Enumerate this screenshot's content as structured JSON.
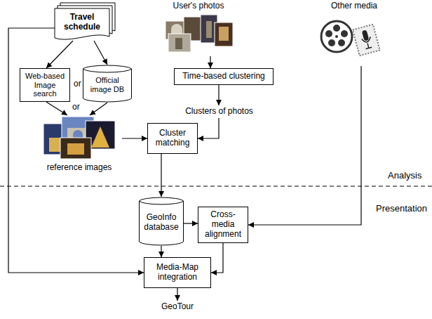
{
  "diagram": {
    "nodes": [
      {
        "text": [
          "Travel schedule"
        ]
      },
      {
        "text": [
          "User's photos"
        ]
      },
      {
        "text": [
          "Other media"
        ]
      },
      {
        "text": [
          "Web-based Image search"
        ]
      },
      {
        "text": [
          "Official image DB"
        ]
      },
      {
        "text": [
          "Time-based clustering"
        ]
      },
      {
        "text": [
          "Clusters of photos"
        ]
      },
      {
        "text": [
          "reference images"
        ]
      },
      {
        "text": [
          "Cluster matching"
        ]
      },
      {
        "text": [
          "GeoInfo database"
        ]
      },
      {
        "text": [
          "Cross-media alignment"
        ]
      },
      {
        "text": [
          "Media-Map integration"
        ]
      },
      {
        "text": [
          "GeoTour"
        ]
      }
    ],
    "edges": [
      {
        "from": 0,
        "to": 3,
        "arrow": "to"
      },
      {
        "from": 0,
        "to": 4,
        "arrow": "to"
      },
      {
        "from": 0,
        "to": 11,
        "arrow": "to"
      },
      {
        "from": 1,
        "to": 5,
        "arrow": "to"
      },
      {
        "from": 3,
        "to": 7,
        "arrow": "to"
      },
      {
        "from": 4,
        "to": 7,
        "arrow": "to"
      },
      {
        "from": 5,
        "to": 6,
        "arrow": "to"
      },
      {
        "from": 6,
        "to": 8,
        "arrow": "to"
      },
      {
        "from": 7,
        "to": 8,
        "arrow": "to"
      },
      {
        "from": 8,
        "to": 9,
        "arrow": "to"
      },
      {
        "from": 9,
        "to": 10,
        "arrow": "to"
      },
      {
        "from": 9,
        "to": 11,
        "arrow": "to"
      },
      {
        "from": 2,
        "to": 10,
        "arrow": "to"
      },
      {
        "from": 10,
        "to": 11,
        "arrow": "to"
      },
      {
        "from": 11,
        "to": 12,
        "arrow": "to"
      }
    ],
    "labels": [
      "or",
      "or",
      "Analysis",
      "Presentation"
    ]
  }
}
